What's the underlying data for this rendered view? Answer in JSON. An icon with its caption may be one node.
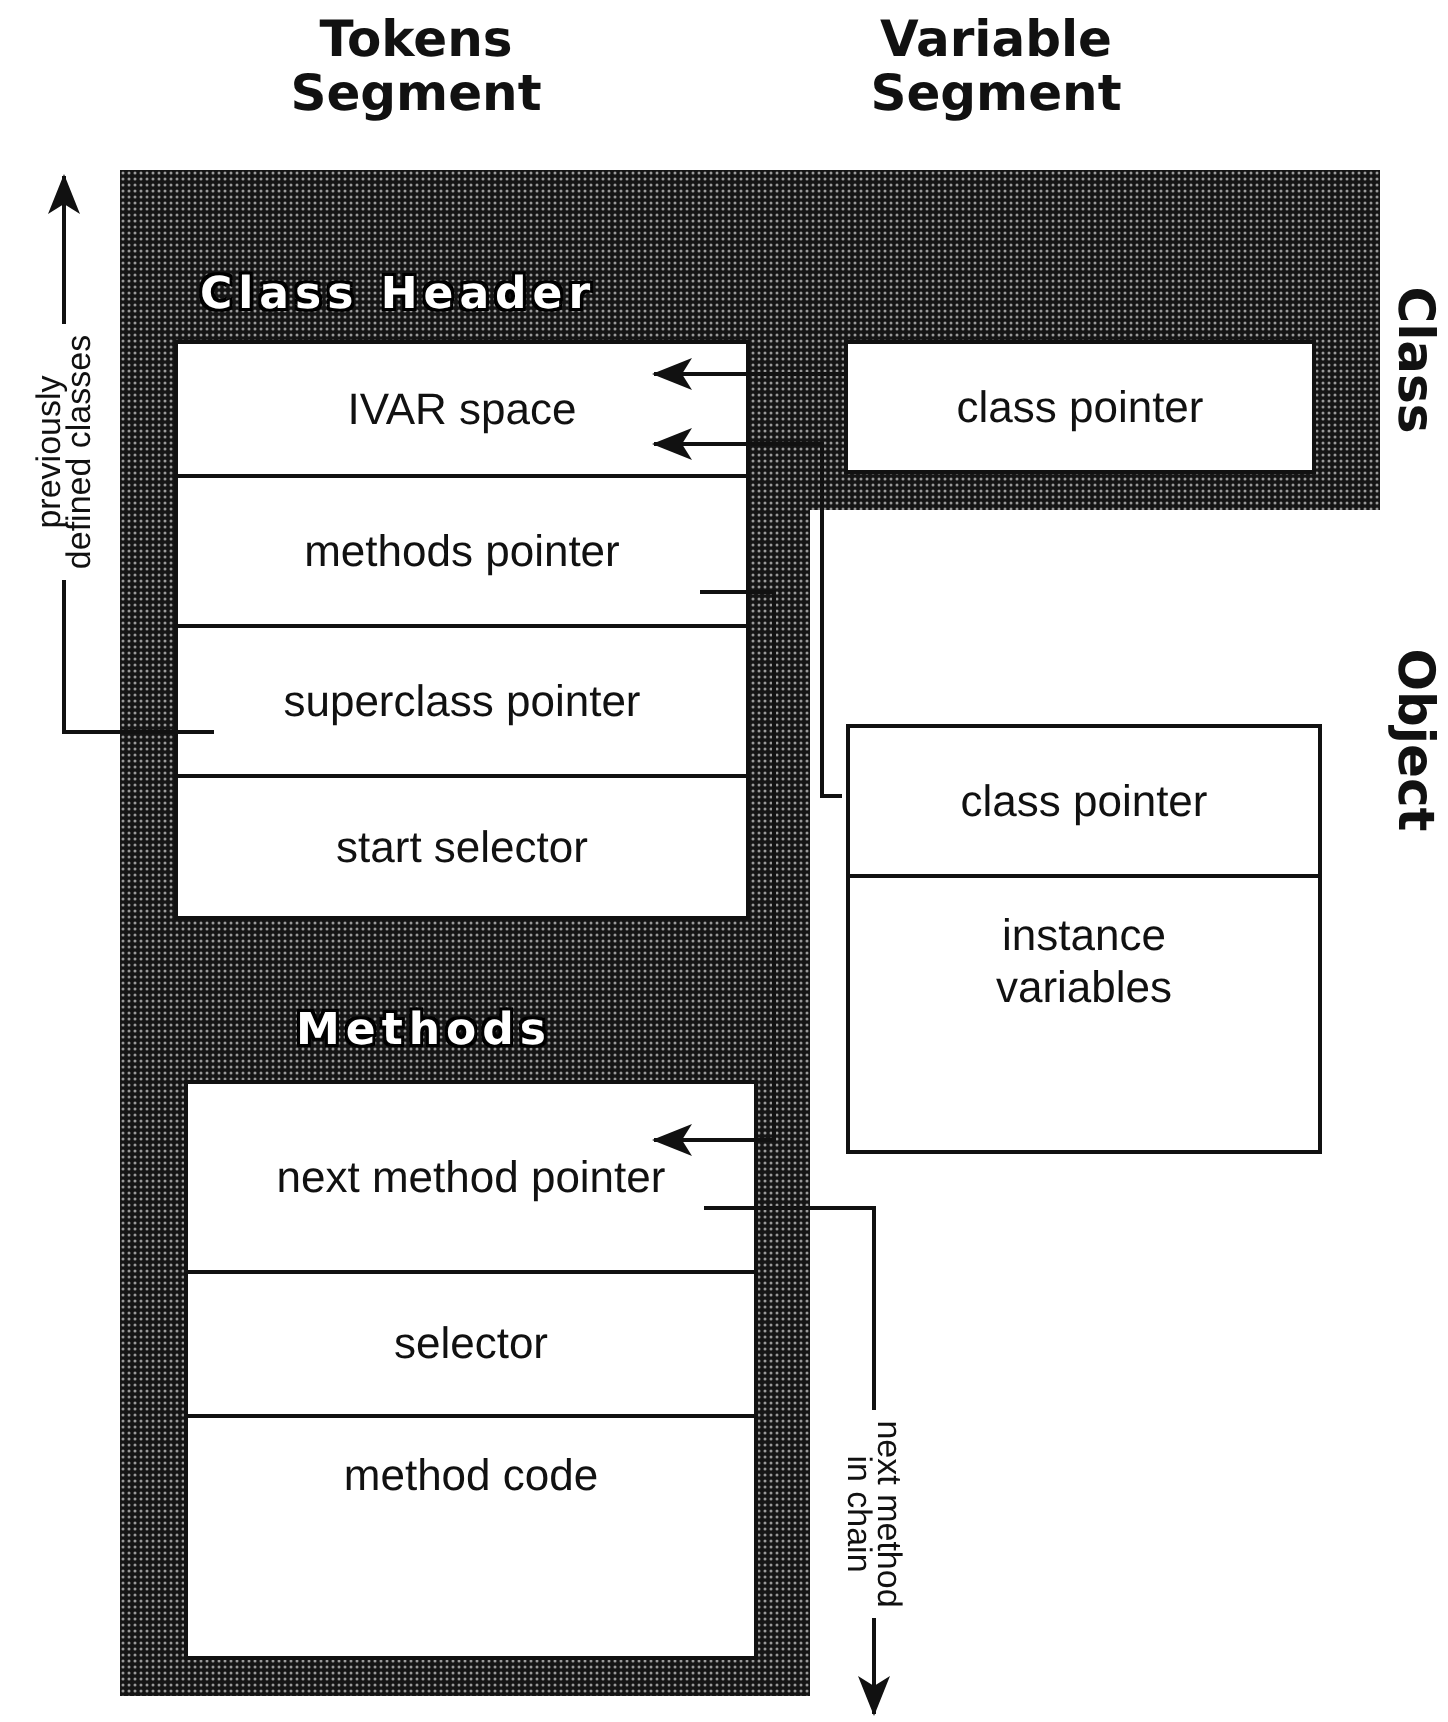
{
  "diagram": {
    "nodes": [
      {
        "text": [
          "Class Header",
          "Methods"
        ],
        "beside": [
          "Class"
        ]
      },
      {
        "text": [
          "IVAR space"
        ],
        "in": 0
      },
      {
        "text": [
          "methods pointer"
        ],
        "in": 0
      },
      {
        "text": [
          "superclass pointer"
        ],
        "in": 0
      },
      {
        "text": [
          "start selector"
        ],
        "in": 0
      },
      {
        "text": [
          "next method pointer"
        ],
        "in": 0
      },
      {
        "text": [
          "selector"
        ],
        "in": 0
      },
      {
        "text": [
          "method code"
        ],
        "in": 0
      },
      {
        "text": [
          "class pointer"
        ],
        "in": 0
      },
      {
        "text": [],
        "shape": "box",
        "beside": [
          "Object"
        ]
      },
      {
        "text": [
          "class pointer"
        ],
        "in": 9
      },
      {
        "text": [
          "instance variables"
        ],
        "in": 9
      }
    ],
    "edges": [
      {
        "from": 8,
        "to": 1,
        "arrow": "to"
      },
      {
        "from": 10,
        "to": 1,
        "arrow": "to"
      },
      {
        "from": 2,
        "to": 5,
        "arrow": "to"
      },
      {
        "from": 3,
        "to": null,
        "arrow": "to",
        "label": "previously defined classes"
      },
      {
        "from": 5,
        "to": null,
        "arrow": "to",
        "label": "next method in chain"
      }
    ],
    "labels": [
      "Tokens Segment",
      "Variable Segment"
    ]
  }
}
